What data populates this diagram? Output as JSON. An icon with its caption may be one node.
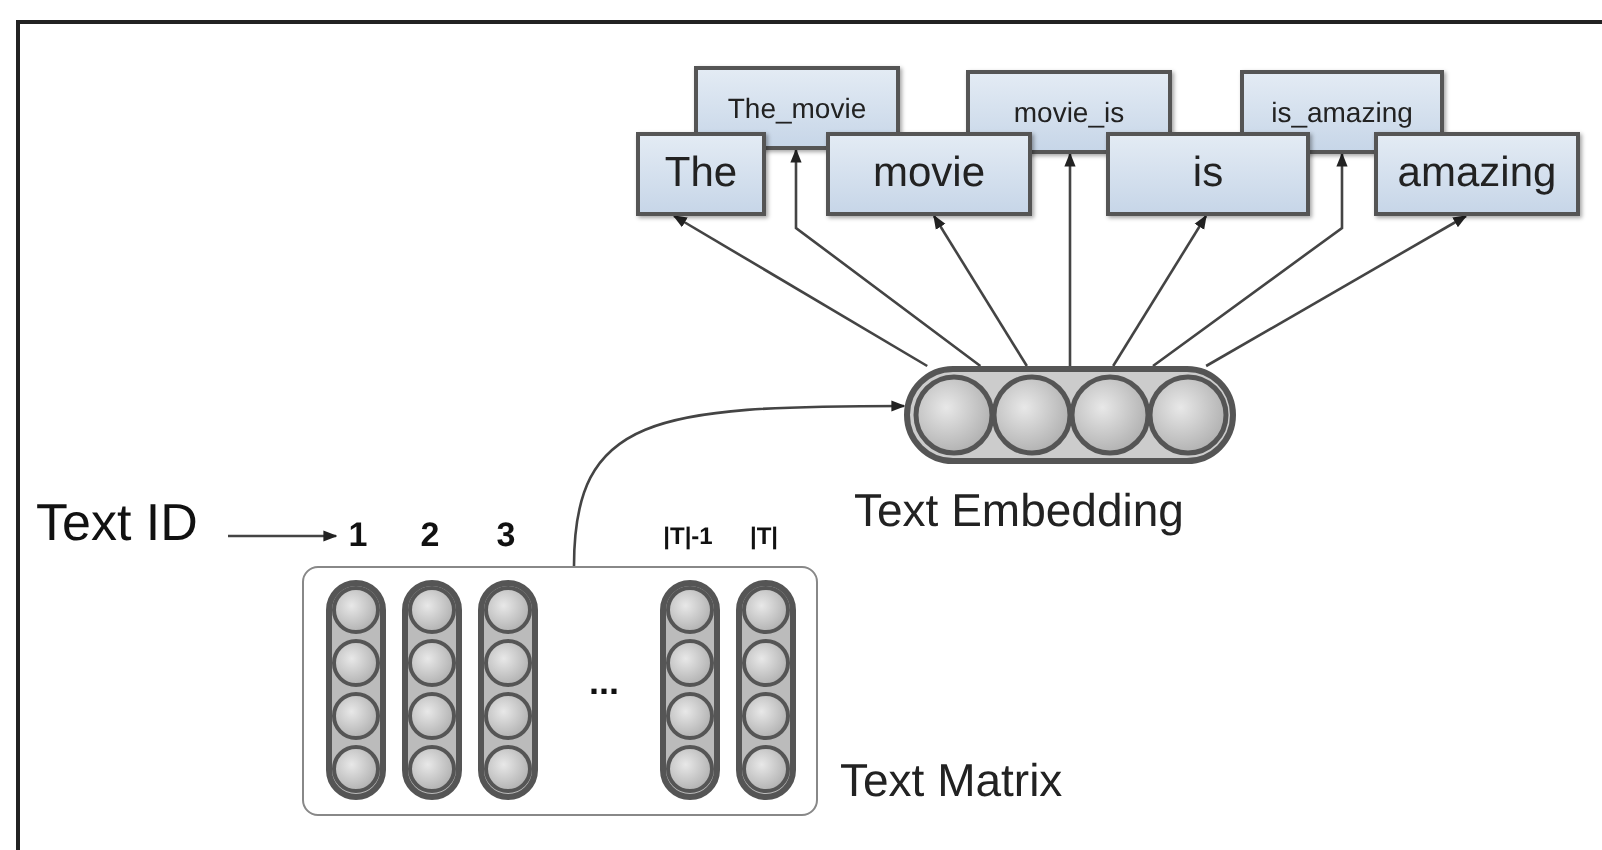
{
  "diagram": {
    "nodes": [
      {
        "text": [
          "The_movie"
        ]
      },
      {
        "text": [
          "movie_is"
        ]
      },
      {
        "text": [
          "is_amazing"
        ]
      },
      {
        "text": [
          "The"
        ]
      },
      {
        "text": [
          "movie"
        ]
      },
      {
        "text": [
          "is"
        ]
      },
      {
        "text": [
          "amazing"
        ]
      },
      {
        "text": [],
        "shape": "bar",
        "beside": [
          "Text Embedding"
        ]
      },
      {
        "text": [
          "Text ID"
        ]
      },
      {
        "text": [
          "1"
        ]
      },
      {
        "text": [],
        "shape": "box",
        "beside": [
          "Text Matrix"
        ]
      }
    ],
    "edges": [
      {
        "from": 7,
        "to": 3,
        "arrow": "to"
      },
      {
        "from": 7,
        "to": 0,
        "arrow": "to"
      },
      {
        "from": 7,
        "to": 4,
        "arrow": "to"
      },
      {
        "from": 7,
        "to": 1,
        "arrow": "to"
      },
      {
        "from": 7,
        "to": 5,
        "arrow": "to"
      },
      {
        "from": 7,
        "to": 2,
        "arrow": "to"
      },
      {
        "from": 7,
        "to": 6,
        "arrow": "to"
      },
      {
        "from": 8,
        "to": 9,
        "arrow": "to"
      },
      {
        "from": 10,
        "to": 7,
        "arrow": "to"
      }
    ],
    "labels": [
      "2",
      "3",
      "|T|-1",
      "|T|",
      "..."
    ]
  }
}
